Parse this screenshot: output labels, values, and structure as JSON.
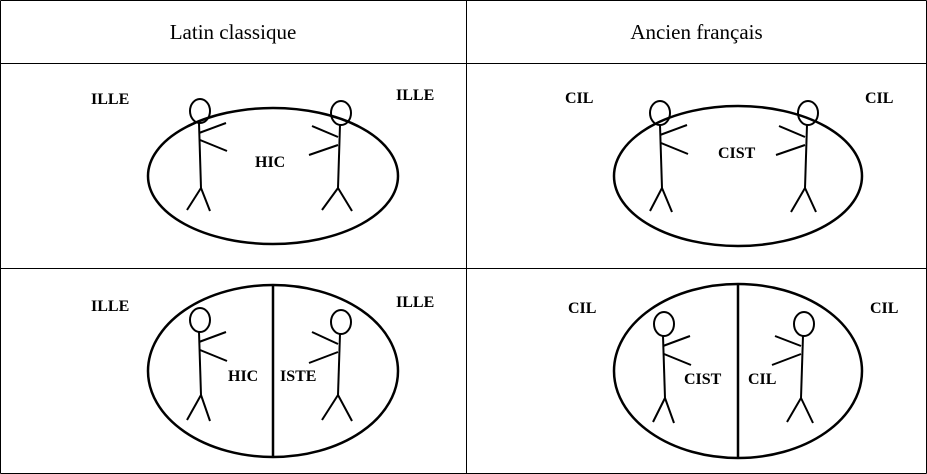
{
  "table": {
    "headers": {
      "left": "Latin classique",
      "right": "Ancien français"
    },
    "rows": [
      {
        "left": {
          "outer_left": "ILLE",
          "outer_right": "ILLE",
          "center": "HIC"
        },
        "right": {
          "outer_left": "CIL",
          "outer_right": "CIL",
          "center": "CIST"
        }
      },
      {
        "left": {
          "outer_left": "ILLE",
          "outer_right": "ILLE",
          "center_left": "HIC",
          "center_right": "ISTE"
        },
        "right": {
          "outer_left": "CIL",
          "outer_right": "CIL",
          "center_left": "CIST",
          "center_right": "CIL"
        }
      }
    ]
  }
}
